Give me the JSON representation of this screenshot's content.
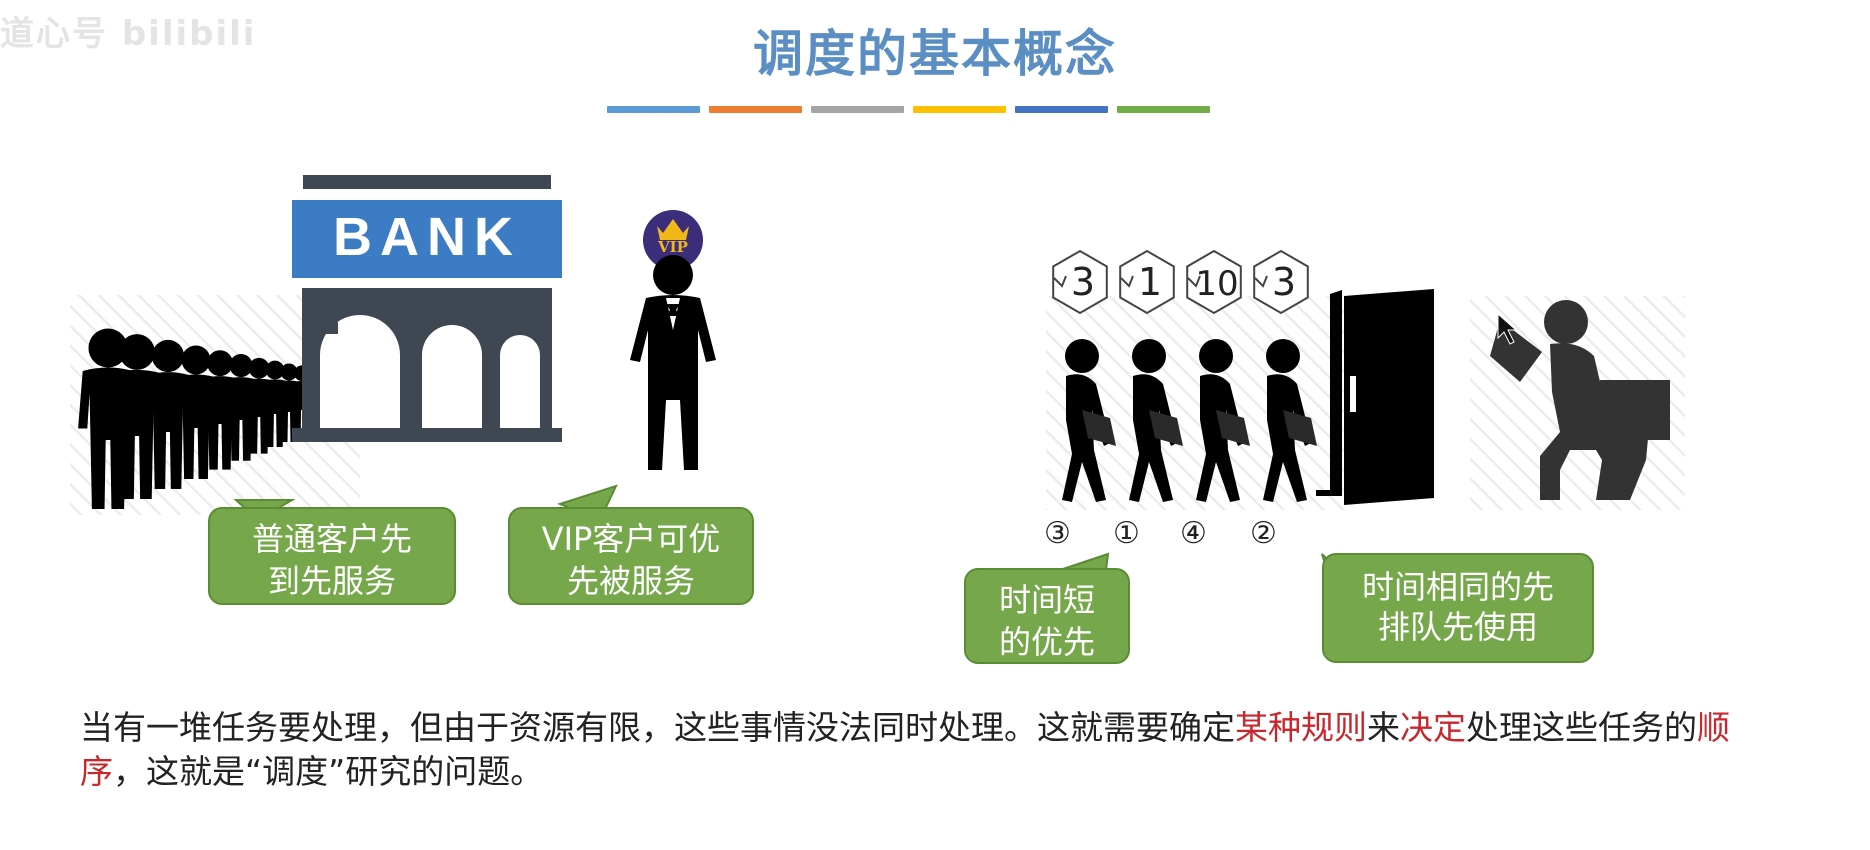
{
  "watermark": "道心号 bilibili",
  "title": "调度的基本概念",
  "title_bar_colors": [
    "#5b9bd5",
    "#ed7d31",
    "#a5a5a5",
    "#ffc000",
    "#4472c4",
    "#70ad47"
  ],
  "bank": {
    "sign": "BANK",
    "vip_badge": "VIP",
    "bubble_left": [
      "普通客户先",
      "到先服务"
    ],
    "bubble_right": [
      "VIP客户可优",
      "先被服务"
    ]
  },
  "toilet": {
    "tags": [
      "3",
      "1",
      "10",
      "3"
    ],
    "queue_numbers": [
      "③",
      "①",
      "④",
      "②"
    ],
    "bubble_left": [
      "时间短",
      "的优先"
    ],
    "bubble_right": [
      "时间相同的先",
      "排队先使用"
    ]
  },
  "paragraph": {
    "p1": "当有一堆任务要处理，但由于资源有限，这些事情没法同时处理。这就需要确定",
    "h1": "某种规则",
    "p2": "来",
    "h2": "决定",
    "p3": "处理这些任务的",
    "h3": "顺序",
    "p4": "，这就是“调度”研究的问题。"
  },
  "colors": {
    "title": "#5b8fc4",
    "bubble": "#76a84b",
    "highlight": "#c8282d",
    "bank_blue": "#3b7cc4",
    "building": "#3f4753"
  }
}
